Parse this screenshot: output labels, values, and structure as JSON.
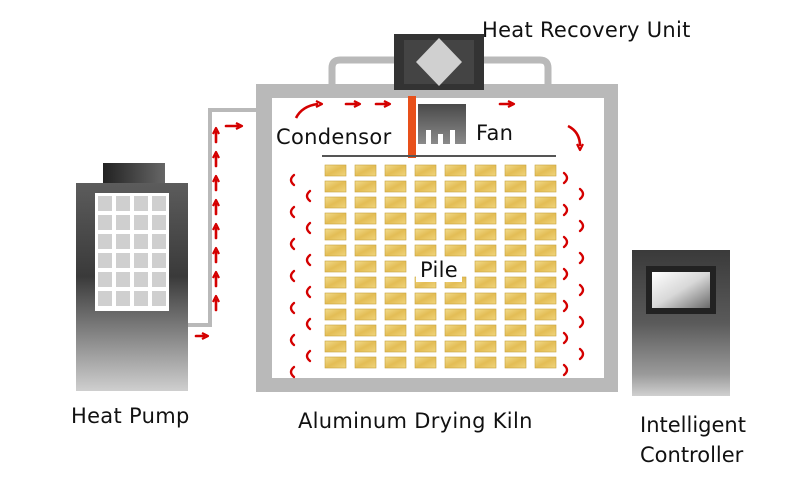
{
  "labels": {
    "heat_recovery_unit": "Heat Recovery Unit",
    "condensor": "Condensor",
    "fan": "Fan",
    "pile": "Pile",
    "heat_pump": "Heat Pump",
    "kiln": "Aluminum Drying Kiln",
    "controller_line1": "Intelligent",
    "controller_line2": "Controller"
  },
  "colors": {
    "airflow_arrow": "#d40000",
    "condensor_bar": "#e8501a",
    "pile_block": "#e6c466",
    "kiln_wall": "#b9b9b9",
    "machine_dark": "#2a2a2a"
  },
  "icons": [
    "heat-recovery-diamond-icon",
    "fan-icon",
    "screen-icon",
    "grid-panel-icon"
  ]
}
